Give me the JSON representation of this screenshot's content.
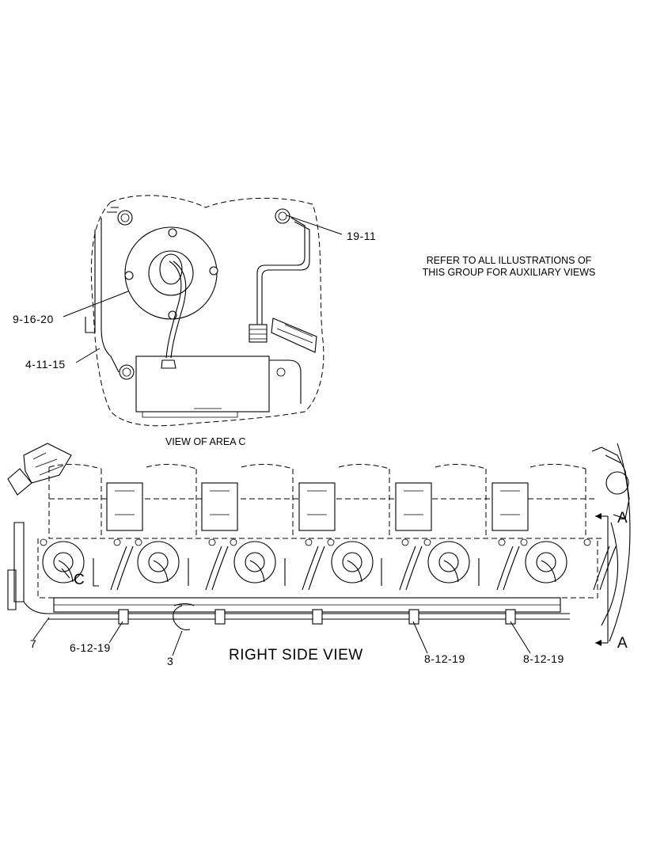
{
  "note": {
    "line1": "REFER TO ALL ILLUSTRATIONS OF",
    "line2": "THIS GROUP FOR AUXILIARY VIEWS"
  },
  "detail_view": {
    "title": "VIEW OF AREA C",
    "callouts": {
      "top_right": "19-11",
      "left_upper": "9-16-20",
      "left_lower": "4-11-15"
    }
  },
  "main_view": {
    "title": "RIGHT SIDE VIEW",
    "area_marker": "C",
    "section_marker_top": "A",
    "section_marker_bottom": "A",
    "callouts": {
      "c7": "7",
      "c6_12_19": "6-12-19",
      "c3": "3",
      "c8_12_19_a": "8-12-19",
      "c8_12_19_b": "8-12-19"
    }
  }
}
